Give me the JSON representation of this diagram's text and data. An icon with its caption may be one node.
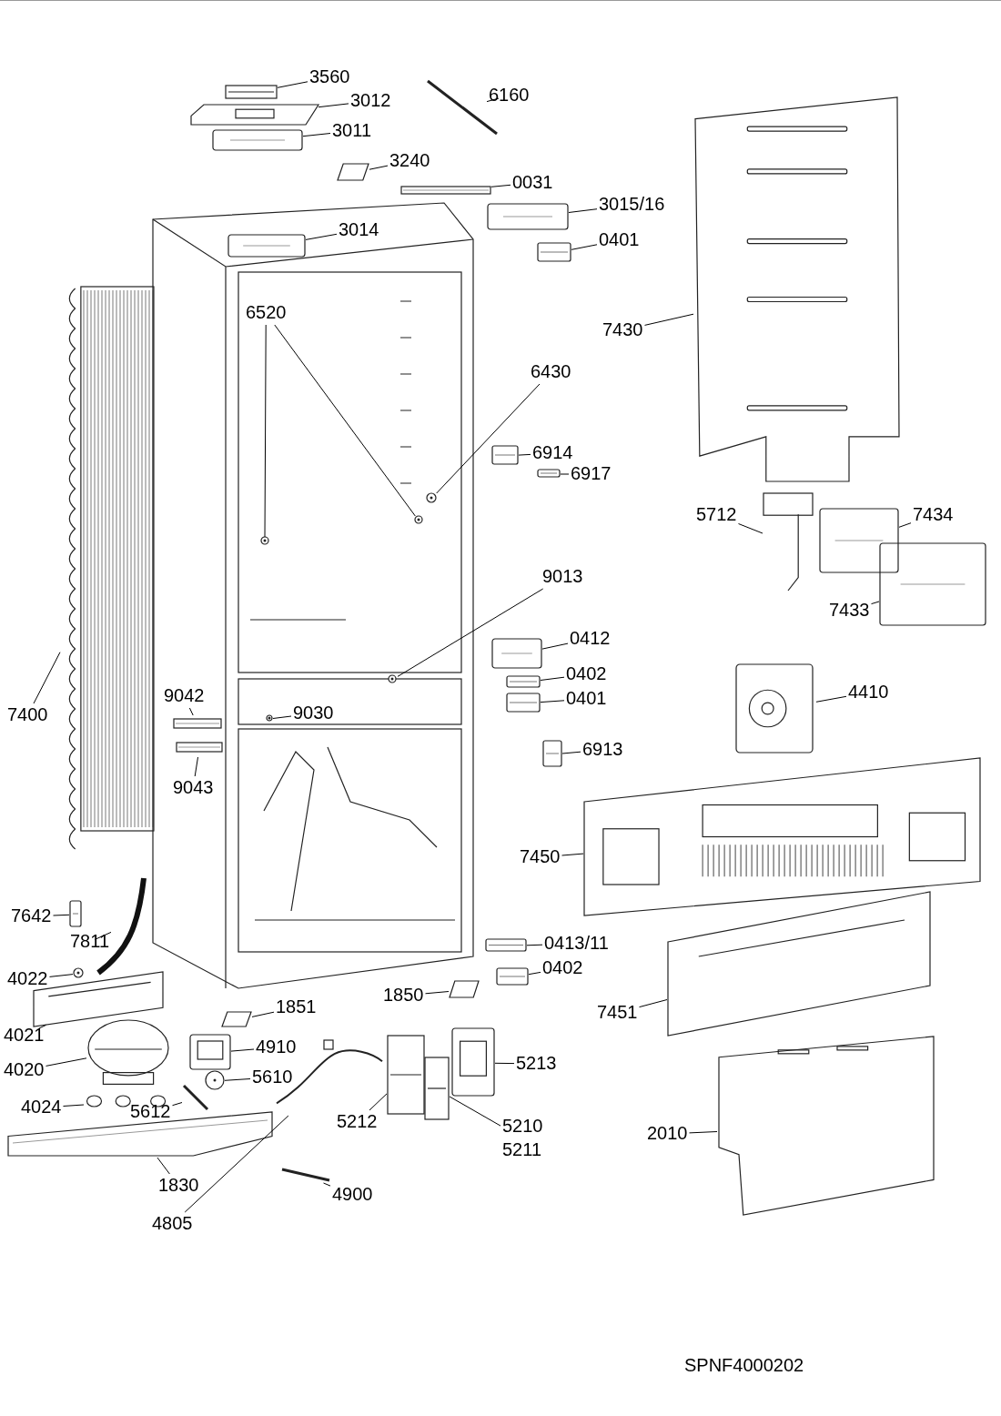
{
  "diagram": {
    "nodes": [
      {
        "text": [
          "3560"
        ]
      },
      {
        "text": [],
        "shape": "picture"
      },
      {
        "text": [
          "3012"
        ]
      },
      {
        "text": [],
        "shape": "picture"
      },
      {
        "text": [
          "3011"
        ]
      },
      {
        "text": [],
        "shape": "picture"
      },
      {
        "text": [
          "6160"
        ]
      },
      {
        "text": [],
        "shape": "picture"
      },
      {
        "text": [
          "3240"
        ]
      },
      {
        "text": [],
        "shape": "picture"
      },
      {
        "text": [
          "0031"
        ]
      },
      {
        "text": [],
        "shape": "picture"
      },
      {
        "text": [
          "3015/16"
        ]
      },
      {
        "text": [],
        "shape": "picture"
      },
      {
        "text": [
          "3014"
        ]
      },
      {
        "text": [],
        "shape": "picture"
      },
      {
        "text": [
          "0401"
        ]
      },
      {
        "text": [],
        "shape": "box"
      },
      {
        "text": [
          "7430"
        ]
      },
      {
        "text": [],
        "shape": "picture"
      },
      {
        "text": [
          "6520"
        ]
      },
      {
        "text": [],
        "shape": "circle"
      },
      {
        "text": [],
        "shape": "circle"
      },
      {
        "text": [
          "6430"
        ]
      },
      {
        "text": [],
        "shape": "circle"
      },
      {
        "text": [
          "6914"
        ]
      },
      {
        "text": [],
        "shape": "box"
      },
      {
        "text": [
          "6917"
        ]
      },
      {
        "text": [],
        "shape": "box"
      },
      {
        "text": [
          "5712"
        ]
      },
      {
        "text": [],
        "shape": "picture"
      },
      {
        "text": [
          "7434"
        ]
      },
      {
        "text": [],
        "shape": "picture"
      },
      {
        "text": [
          "7433"
        ]
      },
      {
        "text": [],
        "shape": "picture"
      },
      {
        "text": [
          "9013"
        ]
      },
      {
        "text": [],
        "shape": "circle"
      },
      {
        "text": [
          "0412"
        ]
      },
      {
        "text": [],
        "shape": "picture"
      },
      {
        "text": [
          "0402"
        ]
      },
      {
        "text": [],
        "shape": "box"
      },
      {
        "text": [
          "0401"
        ]
      },
      {
        "text": [],
        "shape": "box"
      },
      {
        "text": [
          "4410"
        ]
      },
      {
        "text": [],
        "shape": "picture"
      },
      {
        "text": [
          "9042"
        ]
      },
      {
        "text": [],
        "shape": "picture"
      },
      {
        "text": [
          "9030"
        ]
      },
      {
        "text": [],
        "shape": "circle"
      },
      {
        "text": [
          "7400"
        ]
      },
      {
        "text": [],
        "shape": "picture"
      },
      {
        "text": [
          "9043"
        ]
      },
      {
        "text": [],
        "shape": "picture"
      },
      {
        "text": [
          "6913"
        ]
      },
      {
        "text": [],
        "shape": "box"
      },
      {
        "text": [
          "7450"
        ]
      },
      {
        "text": [],
        "shape": "picture"
      },
      {
        "text": [
          "7642"
        ]
      },
      {
        "text": [],
        "shape": "box"
      },
      {
        "text": [
          "7811"
        ]
      },
      {
        "text": [],
        "shape": "picture"
      },
      {
        "text": [
          "0413/11"
        ]
      },
      {
        "text": [],
        "shape": "box"
      },
      {
        "text": [
          "4022"
        ]
      },
      {
        "text": [],
        "shape": "circle"
      },
      {
        "text": [
          "0402"
        ]
      },
      {
        "text": [],
        "shape": "box"
      },
      {
        "text": [
          "1850"
        ]
      },
      {
        "text": [],
        "shape": "picture"
      },
      {
        "text": [
          "1851"
        ]
      },
      {
        "text": [],
        "shape": "picture"
      },
      {
        "text": [
          "7451"
        ]
      },
      {
        "text": [],
        "shape": "picture"
      },
      {
        "text": [
          "4021"
        ]
      },
      {
        "text": [],
        "shape": "picture"
      },
      {
        "text": [
          "4910"
        ]
      },
      {
        "text": [],
        "shape": "picture"
      },
      {
        "text": [
          "5213"
        ]
      },
      {
        "text": [],
        "shape": "picture"
      },
      {
        "text": [
          "4020"
        ]
      },
      {
        "text": [],
        "shape": "picture"
      },
      {
        "text": [
          "5610"
        ]
      },
      {
        "text": [],
        "shape": "circle"
      },
      {
        "text": [
          "4024"
        ]
      },
      {
        "text": [],
        "shape": "picture"
      },
      {
        "text": [
          "5612"
        ]
      },
      {
        "text": [],
        "shape": "picture"
      },
      {
        "text": [
          "5212"
        ]
      },
      {
        "text": [],
        "shape": "picture"
      },
      {
        "text": [
          "5210",
          "5211"
        ]
      },
      {
        "text": [],
        "shape": "picture"
      },
      {
        "text": [
          "2010"
        ]
      },
      {
        "text": [],
        "shape": "picture"
      },
      {
        "text": [
          "1830"
        ]
      },
      {
        "text": [],
        "shape": "picture"
      },
      {
        "text": [
          "4900"
        ]
      },
      {
        "text": [],
        "shape": "picture"
      },
      {
        "text": [
          "4805"
        ]
      },
      {
        "text": [],
        "shape": "picture"
      }
    ],
    "edges": [
      {
        "from": 0,
        "to": 1,
        "arrow": "none"
      },
      {
        "from": 2,
        "to": 3,
        "arrow": "none"
      },
      {
        "from": 4,
        "to": 5,
        "arrow": "none"
      },
      {
        "from": 6,
        "to": 7,
        "arrow": "none"
      },
      {
        "from": 8,
        "to": 9,
        "arrow": "none"
      },
      {
        "from": 10,
        "to": 11,
        "arrow": "none"
      },
      {
        "from": 12,
        "to": 13,
        "arrow": "none"
      },
      {
        "from": 14,
        "to": 15,
        "arrow": "none"
      },
      {
        "from": 16,
        "to": 17,
        "arrow": "none"
      },
      {
        "from": 18,
        "to": 19,
        "arrow": "none"
      },
      {
        "from": 20,
        "to": 21,
        "arrow": "none"
      },
      {
        "from": 20,
        "to": 22,
        "arrow": "none"
      },
      {
        "from": 23,
        "to": 24,
        "arrow": "none"
      },
      {
        "from": 25,
        "to": 26,
        "arrow": "none"
      },
      {
        "from": 27,
        "to": 28,
        "arrow": "none"
      },
      {
        "from": 29,
        "to": 30,
        "arrow": "none"
      },
      {
        "from": 31,
        "to": 32,
        "arrow": "none"
      },
      {
        "from": 33,
        "to": 34,
        "arrow": "none"
      },
      {
        "from": 35,
        "to": 36,
        "arrow": "none"
      },
      {
        "from": 37,
        "to": 38,
        "arrow": "none"
      },
      {
        "from": 39,
        "to": 40,
        "arrow": "none"
      },
      {
        "from": 41,
        "to": 42,
        "arrow": "none"
      },
      {
        "from": 43,
        "to": 44,
        "arrow": "none"
      },
      {
        "from": 45,
        "to": 46,
        "arrow": "none"
      },
      {
        "from": 47,
        "to": 48,
        "arrow": "none"
      },
      {
        "from": 49,
        "to": 50,
        "arrow": "none"
      },
      {
        "from": 51,
        "to": 52,
        "arrow": "none"
      },
      {
        "from": 53,
        "to": 54,
        "arrow": "none"
      },
      {
        "from": 55,
        "to": 56,
        "arrow": "none"
      },
      {
        "from": 57,
        "to": 58,
        "arrow": "none"
      },
      {
        "from": 59,
        "to": 60,
        "arrow": "none"
      },
      {
        "from": 61,
        "to": 62,
        "arrow": "none"
      },
      {
        "from": 63,
        "to": 64,
        "arrow": "none"
      },
      {
        "from": 65,
        "to": 66,
        "arrow": "none"
      },
      {
        "from": 67,
        "to": 68,
        "arrow": "none"
      },
      {
        "from": 69,
        "to": 70,
        "arrow": "none"
      },
      {
        "from": 71,
        "to": 72,
        "arrow": "none"
      },
      {
        "from": 73,
        "to": 74,
        "arrow": "none"
      },
      {
        "from": 75,
        "to": 76,
        "arrow": "none"
      },
      {
        "from": 77,
        "to": 78,
        "arrow": "none"
      },
      {
        "from": 79,
        "to": 80,
        "arrow": "none"
      },
      {
        "from": 81,
        "to": 82,
        "arrow": "none"
      },
      {
        "from": 83,
        "to": 84,
        "arrow": "none"
      },
      {
        "from": 85,
        "to": 86,
        "arrow": "none"
      },
      {
        "from": 87,
        "to": 88,
        "arrow": "none"
      },
      {
        "from": 89,
        "to": 90,
        "arrow": "none"
      },
      {
        "from": 91,
        "to": 92,
        "arrow": "none"
      },
      {
        "from": 93,
        "to": 94,
        "arrow": "none"
      },
      {
        "from": 95,
        "to": 96,
        "arrow": "none"
      },
      {
        "from": 97,
        "to": 98,
        "arrow": "none"
      }
    ],
    "labels": [
      "SPNF4000202"
    ]
  }
}
